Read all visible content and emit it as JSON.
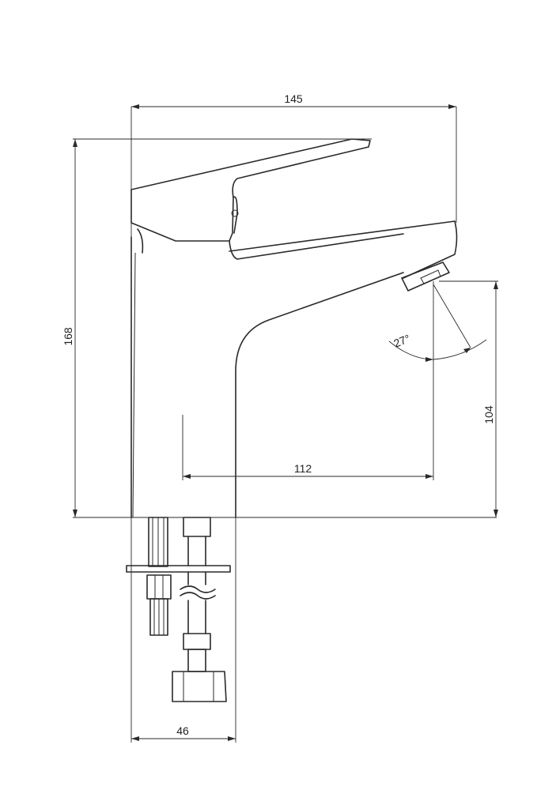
{
  "dimensions": {
    "width_top": "145",
    "height_total": "168",
    "spout_height": "104",
    "spout_reach": "112",
    "base_width": "46",
    "angle": "27°"
  },
  "colors": {
    "line": "#2a2a2a",
    "background": "#ffffff"
  }
}
